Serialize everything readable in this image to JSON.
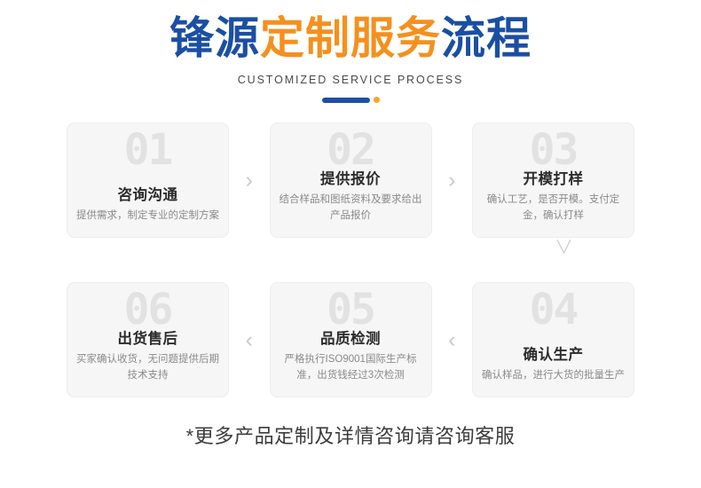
{
  "header": {
    "title_part_1": "锋源",
    "title_part_2": "定制服务",
    "title_part_3": "流程",
    "subtitle": "CUSTOMIZED SERVICE PROCESS",
    "accent_blue": "#1b4fa3",
    "accent_orange": "#f5901e",
    "divider_dot_color": "#f5a623"
  },
  "flow": {
    "arrow_right": "›",
    "arrow_left": "‹",
    "arrow_down": "∨",
    "row1": [
      {
        "number": "01",
        "title": "咨询沟通",
        "desc": "提供需求，制定专业的定制方案"
      },
      {
        "number": "02",
        "title": "提供报价",
        "desc": "结合样品和图纸资料及要求给出产品报价"
      },
      {
        "number": "03",
        "title": "开模打样",
        "desc": "确认工艺，是否开模。支付定金，确认打样"
      }
    ],
    "row2": [
      {
        "number": "06",
        "title": "出货售后",
        "desc": "买家确认收货，无问题提供后期技术支持"
      },
      {
        "number": "05",
        "title": "品质检测",
        "desc": "严格执行ISO9001国际生产标准，出货钱经过3次检测"
      },
      {
        "number": "04",
        "title": "确认生产",
        "desc": "确认样品，进行大货的批量生产"
      }
    ]
  },
  "footer": {
    "note": "*更多产品定制及详情咨询请咨询客服"
  }
}
